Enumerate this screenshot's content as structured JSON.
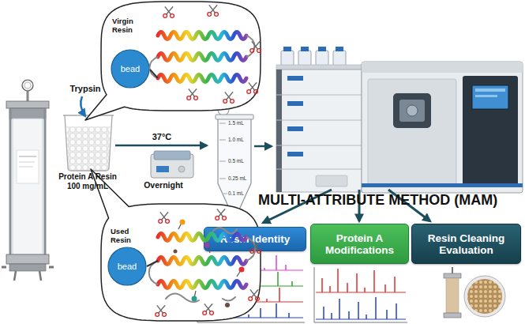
{
  "diagram": {
    "nodes": [
      {
        "text": [
          "Virgin Resin"
        ]
      },
      {
        "text": [
          "bead"
        ],
        "in": 0
      },
      {
        "text": [
          "Used Resin"
        ]
      },
      {
        "text": [
          "bead"
        ],
        "in": 2
      },
      {
        "text": [
          "Resin Identity"
        ]
      },
      {
        "text": [
          "Protein A Modifications"
        ]
      },
      {
        "text": [
          "Resin Cleaning Evaluation"
        ]
      }
    ],
    "labels": [
      "Trypsin",
      "Protein A Resin 100 mg/mL",
      "37°C",
      "Overnight",
      "1.5 mL",
      "1.0 mL",
      "0.5 mL",
      "0.25 mL",
      "0.1 mL",
      "MULTI-ATTRIBUTE METHOD (MAM)"
    ]
  }
}
